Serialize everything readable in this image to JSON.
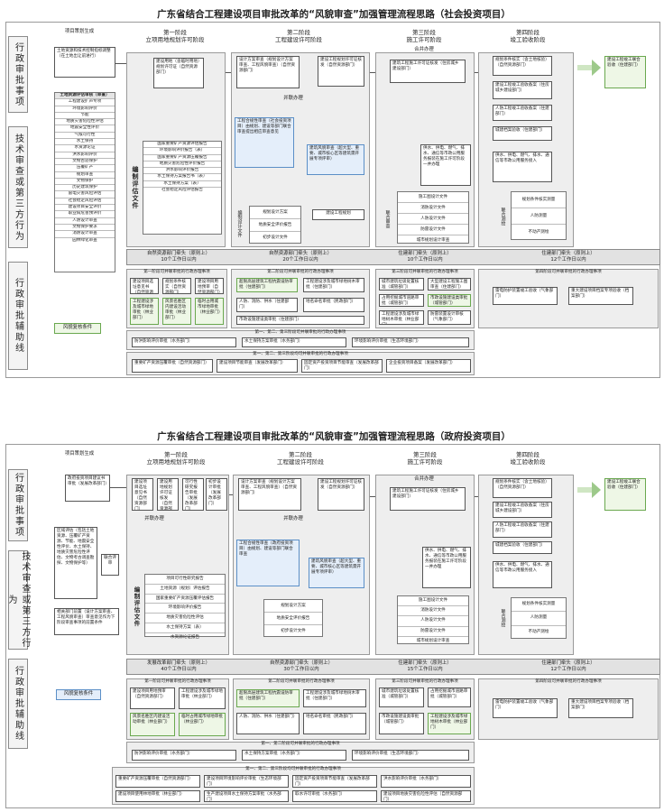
{
  "social": {
    "title": "广东省结合工程建设项目审批改革的“风貌审查”加强管理流程思路（社会投资项目）",
    "lanes": [
      "行政审批事项",
      "技术审查或第三方行为",
      "行政审批辅助线"
    ],
    "planning_label": "项目策划生成",
    "phases": [
      {
        "name": "第一阶段",
        "sub": "立项用地规划许可阶段"
      },
      {
        "name": "第二阶段",
        "sub": "工程建设许可阶段"
      },
      {
        "name": "第三阶段",
        "sub": "施工许可阶段"
      },
      {
        "name": "第四阶段",
        "sub": "竣工验收阶段"
      }
    ],
    "left_boxes": [
      "土地资源和技术控制指标调整 （在土地出让前进行）"
    ],
    "left_list_title": "土地资源评估审核（审查）",
    "left_list": [
      "工程建设扩声专项",
      "环境影响评价",
      "节能",
      "地质灾害危险性评估",
      "地震安全性评价",
      "气候可行性",
      "水土保持",
      "水资源论证",
      "洪水影响评价",
      "文物古迹保护",
      "压覆矿产",
      "规划审查",
      "文物保护",
      "历史建筑保护",
      "雷电灾害风险评估",
      "社会稳定风险评估",
      "建设项目安全评价",
      "职业病危害预评价",
      "人防设计审查",
      "文物保护要求",
      "消防设计审查",
      "园林绿化审查"
    ],
    "risk_check": "风貌复核条件",
    "parallel": "并联办理",
    "joint": "合并办理",
    "phase1_boxes": [
      "建设用地（含临时用地）规划许可证（自然资源部门）"
    ],
    "phase1_list": [
      "国家重要矿产资源评估报告",
      "环境影响评价报告（表）",
      "国家重要矿产资源压覆报告",
      "地质灾害危险性评价报告",
      "洪水影响评价报告",
      "水土保持方案报告书（表）",
      "水土保持方案（表）",
      "社会稳定风险评估报告"
    ],
    "phase1_side": "编制评估文件",
    "phase2_boxes": [
      "设计方案审查（规划设计方案审查、工程风貌审查）（自然资源部门）",
      "建设工程规划许可证核发（自然资源部门）"
    ],
    "phase2_blue": "工程合规性审查（社会投资项目）由规划、建设等部门联合审查提出相应审查意见",
    "phase2_blue2": "建筑风貌审查（超大型、重要、城市核心区等建筑需开展专项评审）",
    "phase2_list": [
      "规划设计方案",
      "地质安全评价报告",
      "初步设计文件"
    ],
    "phase2_side": "编制设计文件",
    "phase2_permit": "建设工程规划",
    "phase3_boxes": [
      "建筑工程施工许可证核发（住房城乡建设部门）"
    ],
    "phase3_list": [
      "施工图设计文件",
      "消防设计文件",
      "人防设计文件",
      "防雷设计文件",
      "城市规划设计审查"
    ],
    "phase3_side": "联合审查",
    "phase3_note": "供水、供电、燃气、排水、通信等市政公用服务报装在施工许可阶段一并办理",
    "phase4_boxes": [
      "规划条件核实（含土地核验）（自然资源部门）",
      "建设工程竣工验收备案（住房城乡建设部门）",
      "人防工程竣工验收备案（住建部门）",
      "城建档案验收（住建部门）"
    ],
    "phase4_note": "供水、供电、燃气、排水、通信等市政公用服务接入",
    "phase4_list": [
      "规划条件核实测量",
      "人防测量",
      "不动产测绘"
    ],
    "phase4_side": "联合测绘",
    "phase4_final": "建设工程竣工联合验收（住建部门）",
    "lead": [
      {
        "text": "自然资源部门牵头（原则上）",
        "time": "10个工作日以内"
      },
      {
        "text": "自然资源部门牵头（原则上）",
        "time": "20个工作日以内"
      },
      {
        "text": "住建部门牵头（原则上）",
        "time": "10个工作日以内"
      },
      {
        "text": "住建部门牵头（原则上）",
        "time": "12个工作日以内"
      }
    ],
    "aux_titles": [
      "第一阶段可并联审批的行政办理事项",
      "第二阶段可并联审批的行政办理事项",
      "第三阶段可并联审批的行政办理事项",
      "第四阶段可并联审批的行政办理事项"
    ],
    "aux1": [
      "建设项目选址意见书（自然资源部门）",
      "规划条件核实（自然资源部门）",
      "建设项目用地预审（自然资源部门）",
      "工程建设涉及城市绿地审批（林业部门）",
      "风景名胜区内建设活动审批（林业部门）",
      "临时占用城市绿地审批（林业部门）"
    ],
    "aux2": [
      "超限高层建筑工程抗震设防审批（住建部门）",
      "工程建设涉及城市绿地树木审批（住建部门）",
      "人防、消防、供水（住建部门）",
      "地名命名审批（民政部门）",
      "市政设施建设类审批（住建部门）"
    ],
    "aux3": [
      "城市建筑垃圾处置核准（城管部门）",
      "大型建设工程施工图审查（住建部门）",
      "占用挖掘城市道路审批（城管部门）",
      "市政设施建设类审批（城管部门）",
      "工程建设涉及城市绿地树木审批（林业部门）",
      "防雷装置设计审核（气象部门）"
    ],
    "aux4": [
      "雷电防护装置竣工验收（气象部门）",
      "重大建设项目档案专项验收（档案部门）"
    ],
    "aux_joint": "第一、第二、第三阶段可并联审批的行政办理事项",
    "aux_joint_items": [
      "防洪影响评价审批（水务部门）",
      "水土保持方案审批（水务部门）",
      "环境影响评价审批（生态环境部门）"
    ],
    "aux_bottom_title": "第一、第二、第三阶段均可并联审批的行政办理事项",
    "aux_bottom": [
      "重要矿产资源压覆审批（自然资源部门）",
      "建设项目节能审查（发展改革部门）",
      "固定资产投资项目节能审查（发展改革部门）",
      "企业投资项目备案（发展改革部门）"
    ]
  },
  "government": {
    "title": "广东省结合工程建设项目审批改革的“风貌审查”加强管理流程思路（政府投资项目）",
    "lanes": [
      "行政审批事项",
      "技术审查或第三方行为",
      "行政审批辅助线"
    ],
    "planning_label": "项目策划生成",
    "phases": [
      {
        "name": "第一阶段",
        "sub": "立项用地规划许可阶段"
      },
      {
        "name": "第二阶段",
        "sub": "工程建设许可阶段"
      },
      {
        "name": "第三阶段",
        "sub": "施工许可阶段"
      },
      {
        "name": "第四阶段",
        "sub": "竣工验收阶段"
      }
    ],
    "left_boxes": [
      "政府投资项目建议书审批（发展改革部门）",
      "区域评估（包括土地资源、压覆矿产资源、节能、地震安全性评价、水土保持、地质灾害危险性评估、文物考古调查勘探、文物保护等）"
    ],
    "left_notes": [
      "联合评审",
      "相关部门前置（设计方案审查、工程风貌审查）审查意见作为下阶段审查事项的前置条件"
    ],
    "risk_check": "风貌复核条件",
    "parallel": "并联办理",
    "joint": "合并办理",
    "phase1_boxes": [
      "建设项目选址意见书（自然资源部门）",
      "建设用地规划许可证核发（自然资源部门）",
      "可行性研究报告审批（发展改革部门）",
      "初步设计审批（发展改革部门）"
    ],
    "phase1_list": [
      "项目可行性研究报告",
      "土地资源（规划）评估报告",
      "国家重要矿产资源压覆评估报告",
      "环境影响评价报告",
      "地质灾害危险性评估",
      "水土保持方案（表）",
      "水资源论证报告"
    ],
    "phase1_side": "编制评估文件",
    "phase2_boxes": [
      "设计方案审查（规划设计方案审查、工程风貌审查）（自然资源部门）",
      "建设工程规划许可证核发（自然资源部门）"
    ],
    "phase2_blue": "工程合规性审查（政府投资项目）由规划、建设等部门联合审查",
    "phase2_blue2": "建筑风貌审查（超大型、重要、城市核心区等建筑需开展专项评审）",
    "phase2_list": [
      "规划设计方案",
      "地质安全评价报告",
      "初步设计文件"
    ],
    "phase3_boxes": [
      "建筑工程施工许可证核发（住房城乡建设部门）"
    ],
    "phase3_list": [
      "施工图设计文件",
      "消防设计文件",
      "人防设计文件",
      "防雷设计文件",
      "城市规划设计审查"
    ],
    "phase3_note": "供水、供电、燃气、排水、通信等市政公用服务报装在施工许可阶段一并办理",
    "phase4_boxes": [
      "规划条件核实（含土地核验）（自然资源部门）",
      "建设工程竣工验收备案（住房城乡建设部门）",
      "人防工程竣工验收备案（住建部门）",
      "城建档案验收（住建部门）"
    ],
    "phase4_note": "供水、供电、燃气、排水、通信等市政公用服务接入",
    "phase4_list": [
      "规划条件核实测量",
      "人防测量",
      "不动产测绘"
    ],
    "phase4_side": "联合测绘",
    "phase4_final": "建设工程竣工联合验收（住建部门）",
    "lead": [
      {
        "text": "发展改革部门牵头（原则上）",
        "time": "40个工作日以内"
      },
      {
        "text": "自然资源部门牵头（原则上）",
        "time": "30个工作日以内"
      },
      {
        "text": "住建部门牵头（原则上）",
        "time": "15个工作日以内"
      },
      {
        "text": "住建部门牵头（原则上）",
        "time": "12个工作日以内"
      }
    ],
    "aux_titles": [
      "第一阶段可并联审批的行政办理事项",
      "第二阶段可并联审批的行政办理事项",
      "第三阶段可并联审批的行政办理事项",
      "第四阶段可并联审批的行政办理事项"
    ],
    "aux1": [
      "建设项目用地预审（自然资源部门）",
      "工程建设涉及城市绿地审批（林业部门）",
      "风景名胜区内建设活动审批（林业部门）",
      "临时占用城市绿地审批（林业部门）"
    ],
    "aux2": [
      "超限高层建筑工程抗震设防审批（住建部门）",
      "工程建设涉及城市绿地树木审批（住建部门）",
      "人防、消防、供水（住建部门）",
      "地名命名审批（民政部门）"
    ],
    "aux3": [
      "城市建筑垃圾处置核准（城管部门）",
      "占用挖掘城市道路审批（城管部门）",
      "市政设施建设类审批（城管部门）",
      "工程建设涉及城市绿地树木审批（林业部门）"
    ],
    "aux4": [
      "雷电防护装置竣工验收（气象部门）",
      "重大建设项目档案专项验收（档案部门）"
    ],
    "aux_joint": "第一、第二阶段可并联审批的行政办理事项",
    "aux_joint_items": [
      "防洪影响评价审批（水务部门）",
      "水土保持方案审批（水务部门）",
      "环境影响评价审批（生态环境部门）"
    ],
    "aux_bottom_title": "第一、第二、第三阶段均可并联审批的行政办理事项",
    "aux_bottom": [
      "重要矿产资源压覆审批（自然资源部门）",
      "建设项目环境影响评价审批（生态环境部门）",
      "固定资产投资项目节能审查（发展改革部门）",
      "洪水影响评价审批（水务部门）",
      "建设项目使用林地审批（林业部门）",
      "生产建设项目水土保持方案审批（水务部门）",
      "取水许可审批（水务部门）",
      "建设项目地质灾害危险性评估（自然资源部门）"
    ]
  }
}
